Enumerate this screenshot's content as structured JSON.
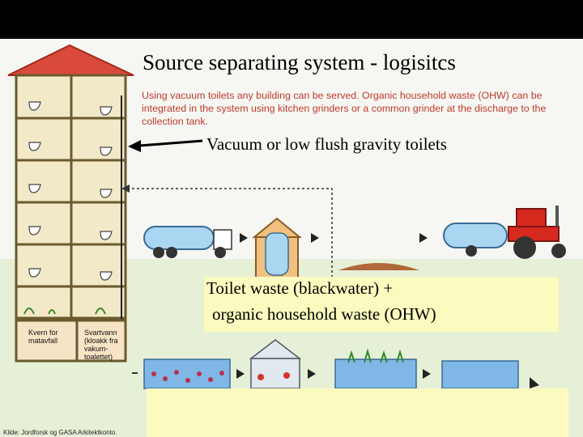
{
  "header": {
    "title": "Source separating system - logisitcs",
    "description": "Using vacuum toilets any building can be served. Organic household waste (OHW) can be integrated in the system using kitchen grinders or a common grinder at the discharge to the collection tank."
  },
  "labels": {
    "toilets": "Vacuum or low flush gravity toilets",
    "waste_line1": "Toilet waste (blackwater) +",
    "waste_line2": "organic household waste (OHW)"
  },
  "illustration": {
    "legend_grinder": "Kvern for matavfall",
    "legend_blackwater": "Svartvann (kloakk fra vakum-toalettet)",
    "credit": "Kilde: Jordforsk og GASA Arkitektkonto."
  },
  "colors": {
    "title_bar": "#000000",
    "description_text": "#c0392b",
    "highlight_box": "#fbfbbf",
    "roof": "#d94a3a",
    "building": "#f2e9c8",
    "tractor": "#d62a1f",
    "tank": "#aad6f2"
  }
}
